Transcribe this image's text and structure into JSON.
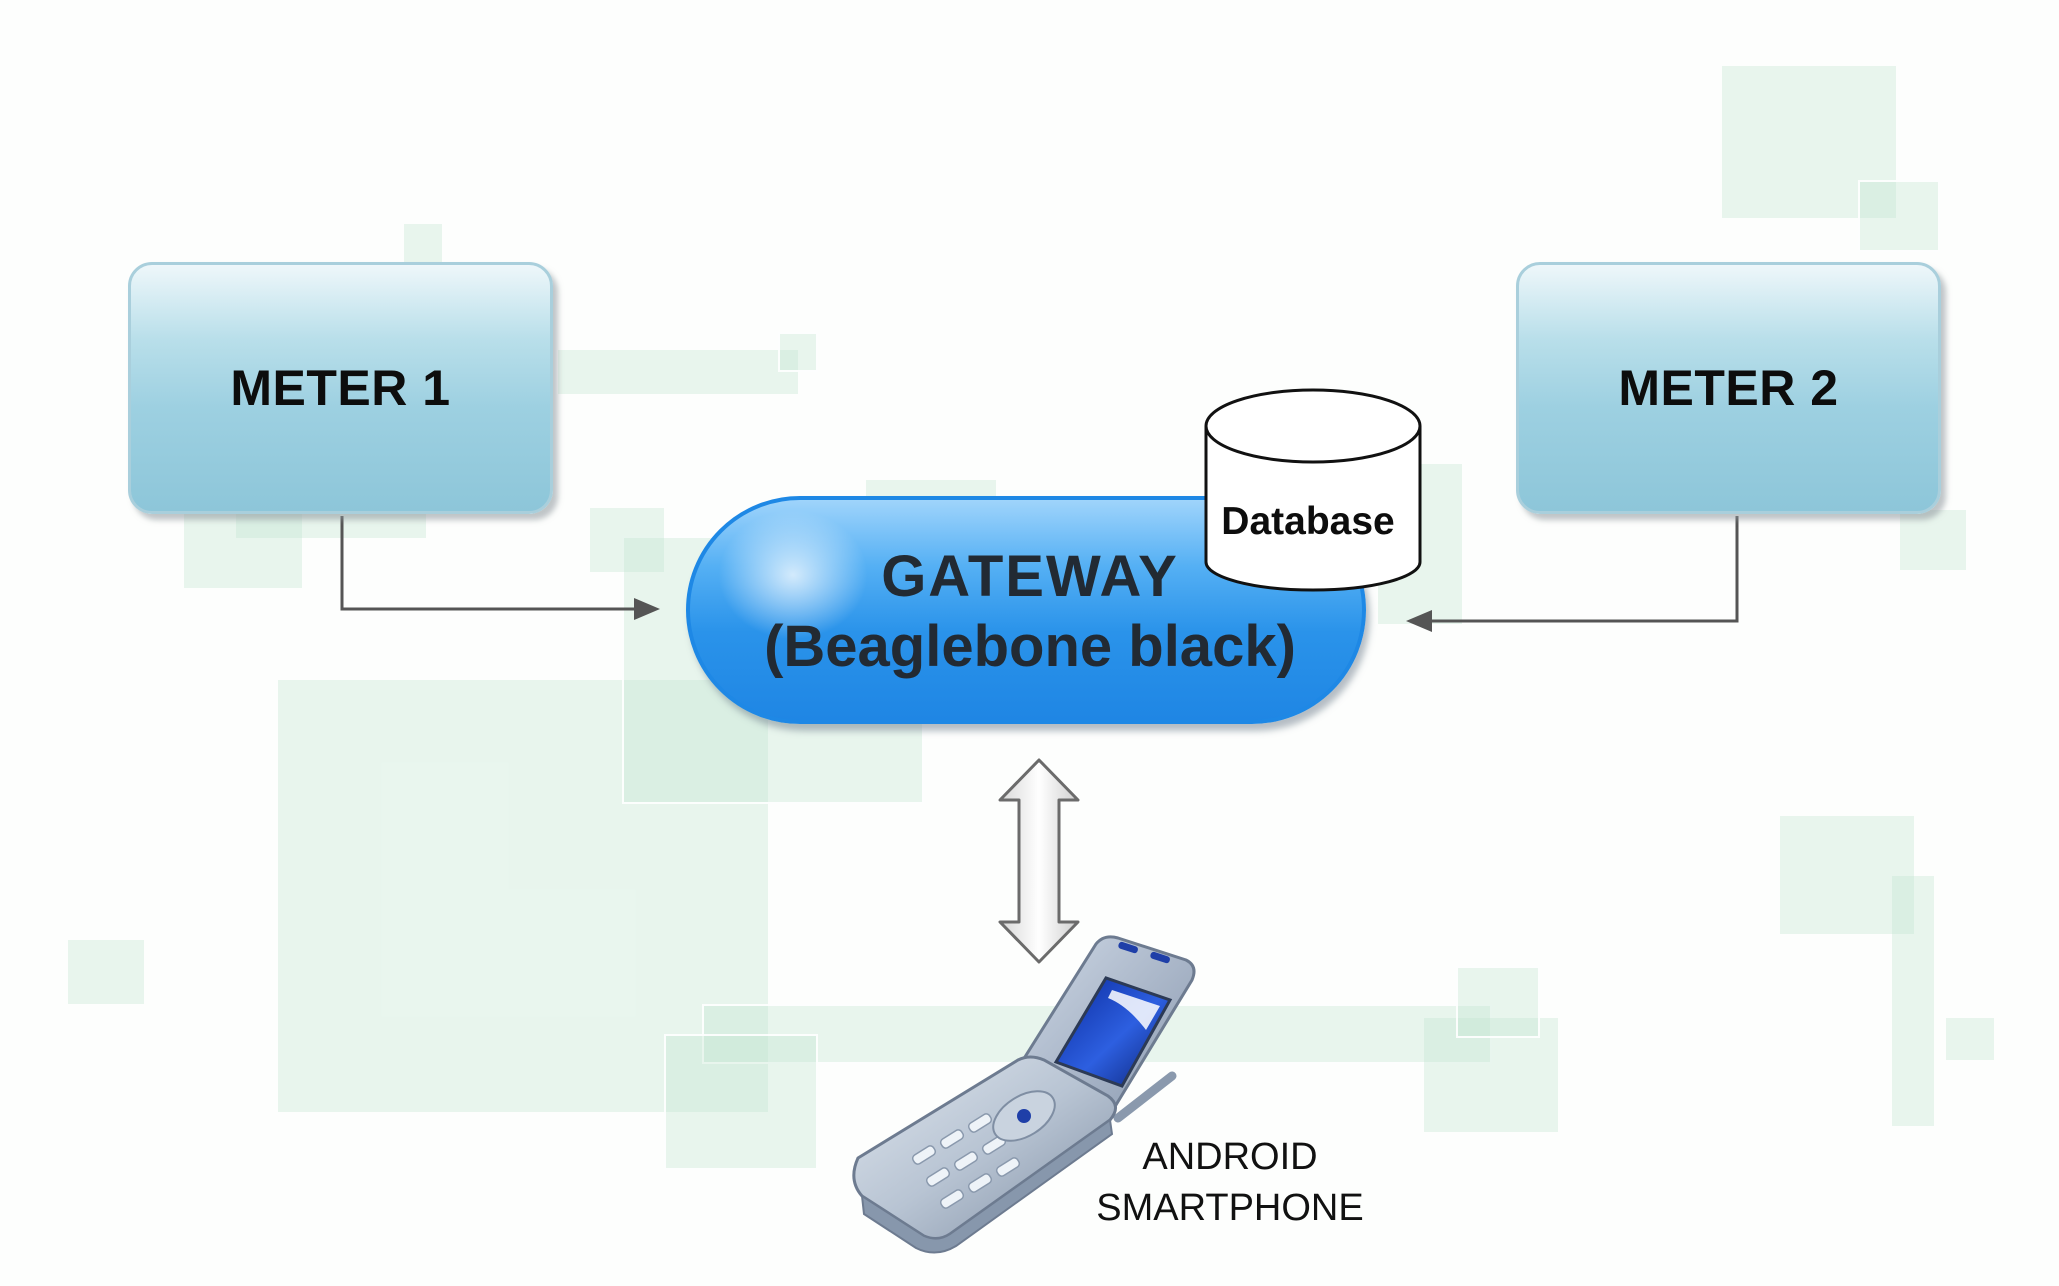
{
  "diagram": {
    "nodes": {
      "meter_1": {
        "label": "METER 1"
      },
      "meter_2": {
        "label": "METER 2"
      },
      "gateway": {
        "line1": "GATEWAY",
        "line2": "(Beaglebone black)"
      },
      "database": {
        "label": "Database"
      },
      "smartphone": {
        "line1": "ANDROID",
        "line2": "SMARTPHONE"
      }
    },
    "edges": [
      {
        "from": "meter_1",
        "to": "gateway",
        "style": "one-way arrow"
      },
      {
        "from": "meter_2",
        "to": "gateway",
        "style": "one-way arrow"
      },
      {
        "from": "gateway",
        "to": "smartphone",
        "style": "two-way arrow"
      }
    ]
  },
  "colors": {
    "meter_fill": "#9dd0e1",
    "gateway_fill": "#2a93ea",
    "gateway_border": "#1e88e5",
    "background_squares": "#bee4cd",
    "connector_line": "#555555"
  },
  "icons": {
    "database": "database-cylinder-icon",
    "phone": "flip-phone-icon"
  }
}
